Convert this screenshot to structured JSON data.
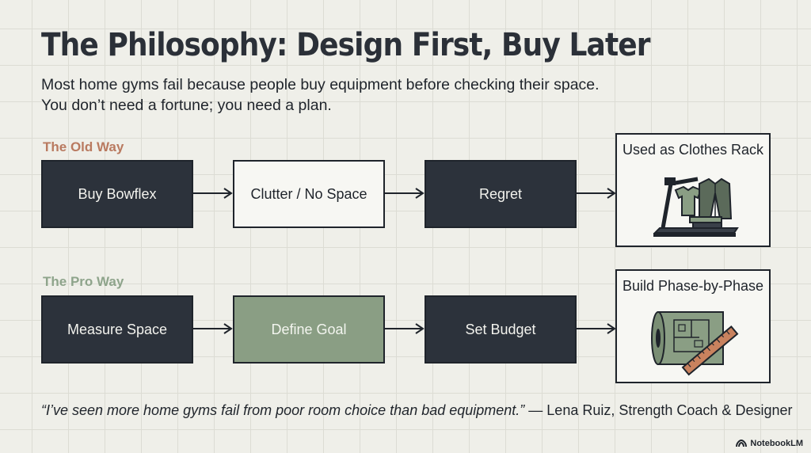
{
  "title": "The Philosophy: Design First, Buy Later",
  "subtitle": {
    "line1": "Most home gyms fail because people buy equipment before checking their space.",
    "line2": "You don’t need a fortune; you need a plan."
  },
  "old_way": {
    "label": "The Old Way",
    "steps": [
      "Buy Bowflex",
      "Clutter / No Space",
      "Regret"
    ],
    "result": "Used as Clothes Rack",
    "result_icon": "treadmill-with-clothes-icon"
  },
  "pro_way": {
    "label": "The Pro Way",
    "steps": [
      "Measure Space",
      "Define Goal",
      "Set Budget"
    ],
    "result": "Build Phase-by-Phase",
    "result_icon": "blueprint-with-ruler-icon"
  },
  "quote": {
    "text": "“I’ve seen more home gyms fail from poor room choice than bad equipment.”",
    "attribution": " — Lena Ruiz, Strength Coach & Designer"
  },
  "brand": "NotebookLM",
  "colors": {
    "dark": "#2c323b",
    "green": "#8a9e84",
    "old_label": "#b97a60",
    "pro_label": "#8ea48b",
    "background": "#efefe9"
  }
}
